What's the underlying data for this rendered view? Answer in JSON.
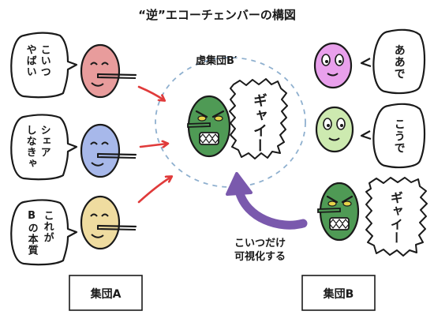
{
  "title": "“逆”エコーチェンバーの構図",
  "virtual_group_label": "虚集団B′",
  "group_a": {
    "label": "集団A",
    "bubbles": [
      [
        "こいつ",
        "やばい"
      ],
      [
        "シェア",
        "しなきゃ"
      ],
      [
        "これが",
        "Bの本質"
      ]
    ],
    "face_colors": [
      "#e89c9c",
      "#a7b8ea",
      "#efdca0"
    ]
  },
  "group_b": {
    "label": "集団B",
    "bubbles": [
      "ああで",
      "こうで"
    ],
    "face_colors": [
      "#e9a0ec",
      "#cdeab0"
    ],
    "angry_bubble": "ギャイー"
  },
  "center_angry_bubble": "ギャイー",
  "arrow_caption": [
    "こいつだけ",
    "可視化する"
  ],
  "colors": {
    "angry_green": "#4f9a55",
    "red_arrow": "#e03a3a",
    "purple_arrow": "#7a59ad",
    "dashed_circle": "#8fb0cf"
  }
}
